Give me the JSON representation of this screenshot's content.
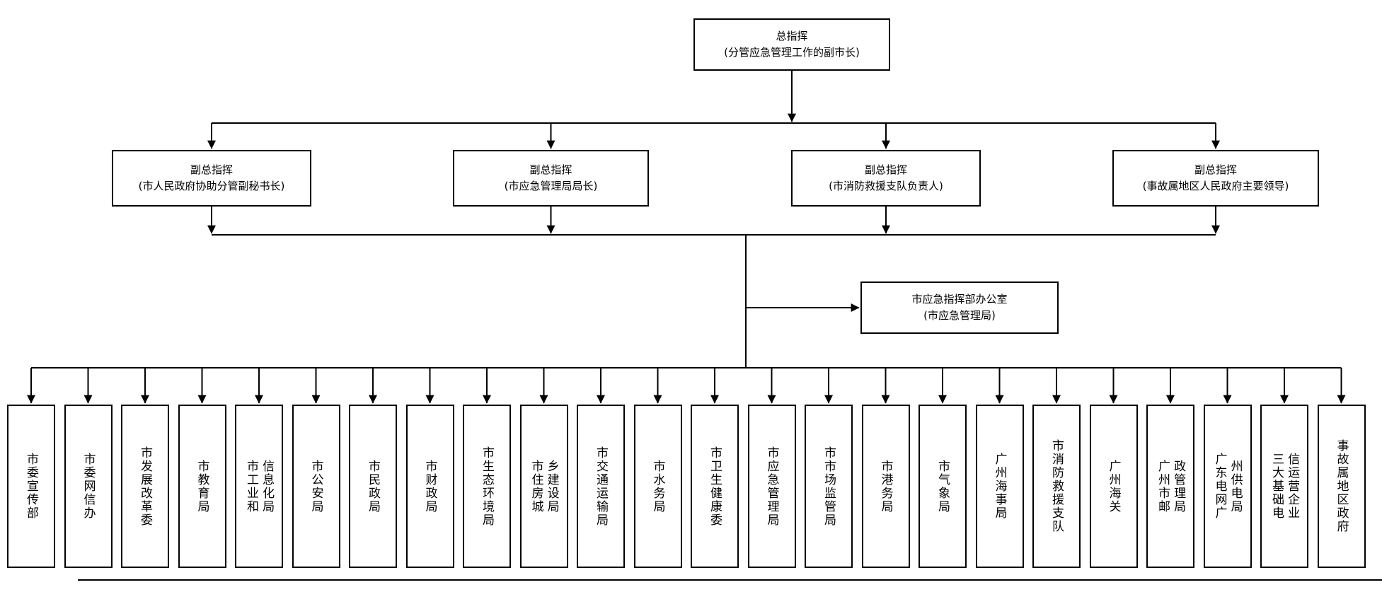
{
  "colors": {
    "line": "#000000",
    "box_border": "#000000",
    "box_fill": "#ffffff",
    "text": "#000000"
  },
  "chart": {
    "commander": {
      "title": "总指挥",
      "subtitle": "(分管应急管理工作的副市长)"
    },
    "deputies": [
      {
        "title": "副总指挥",
        "subtitle": "(市人民政府协助分管副秘书长)"
      },
      {
        "title": "副总指挥",
        "subtitle": "(市应急管理局局长)"
      },
      {
        "title": "副总指挥",
        "subtitle": "(市消防救援支队负责人)"
      },
      {
        "title": "副总指挥",
        "subtitle": "(事故属地区人民政府主要领导)"
      }
    ],
    "office": {
      "title": "市应急指挥部办公室",
      "subtitle": "(市应急管理局)"
    },
    "members": [
      "市委宣传部",
      "市委网信办",
      "市发展改革委",
      "市教育局",
      "市工业和信息化局",
      "市公安局",
      "市民政局",
      "市财政局",
      "市生态环境局",
      "市住房城乡建设局",
      "市交通运输局",
      "市水务局",
      "市卫生健康委",
      "市应急管理局",
      "市市场监管局",
      "市港务局",
      "市气象局",
      "广州海事局",
      "市消防救援支队",
      "广州海关",
      "广州市邮政管理局",
      "广东电网广州供电局",
      "三大基础电信运营企业",
      "事故属地区政府"
    ]
  }
}
